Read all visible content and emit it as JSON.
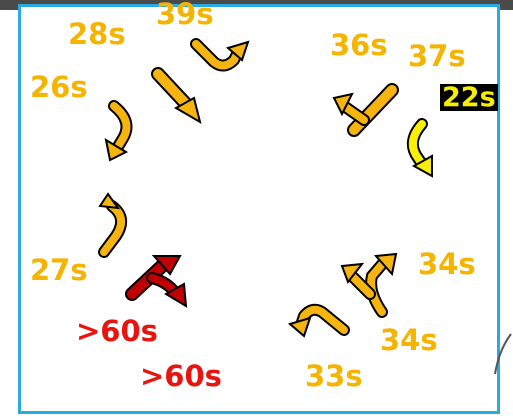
{
  "timers": [
    {
      "id": "t39",
      "text": "39s"
    },
    {
      "id": "t28",
      "text": "28s"
    },
    {
      "id": "t36",
      "text": "36s"
    },
    {
      "id": "t37",
      "text": "37s"
    },
    {
      "id": "t26",
      "text": "26s"
    },
    {
      "id": "t22",
      "text": "22s"
    },
    {
      "id": "t27",
      "text": "27s"
    },
    {
      "id": "t34a",
      "text": "34s"
    },
    {
      "id": "t60a",
      "text": ">60s"
    },
    {
      "id": "t34b",
      "text": "34s"
    },
    {
      "id": "t60b",
      "text": ">60s"
    },
    {
      "id": "t33",
      "text": "33s"
    }
  ],
  "colors": {
    "timer": "#f5b400",
    "timer_alert": "#e8140f",
    "highlight_bg": "#000000",
    "highlight_fg": "#f7ee00",
    "panel_border": "#29abe2",
    "arrow_fill": "#f6b40e",
    "arrow_alert": "#c00000"
  },
  "icons": [
    "turn-arrow-icon",
    "straight-arrow-icon",
    "u-turn-arrow-icon"
  ]
}
